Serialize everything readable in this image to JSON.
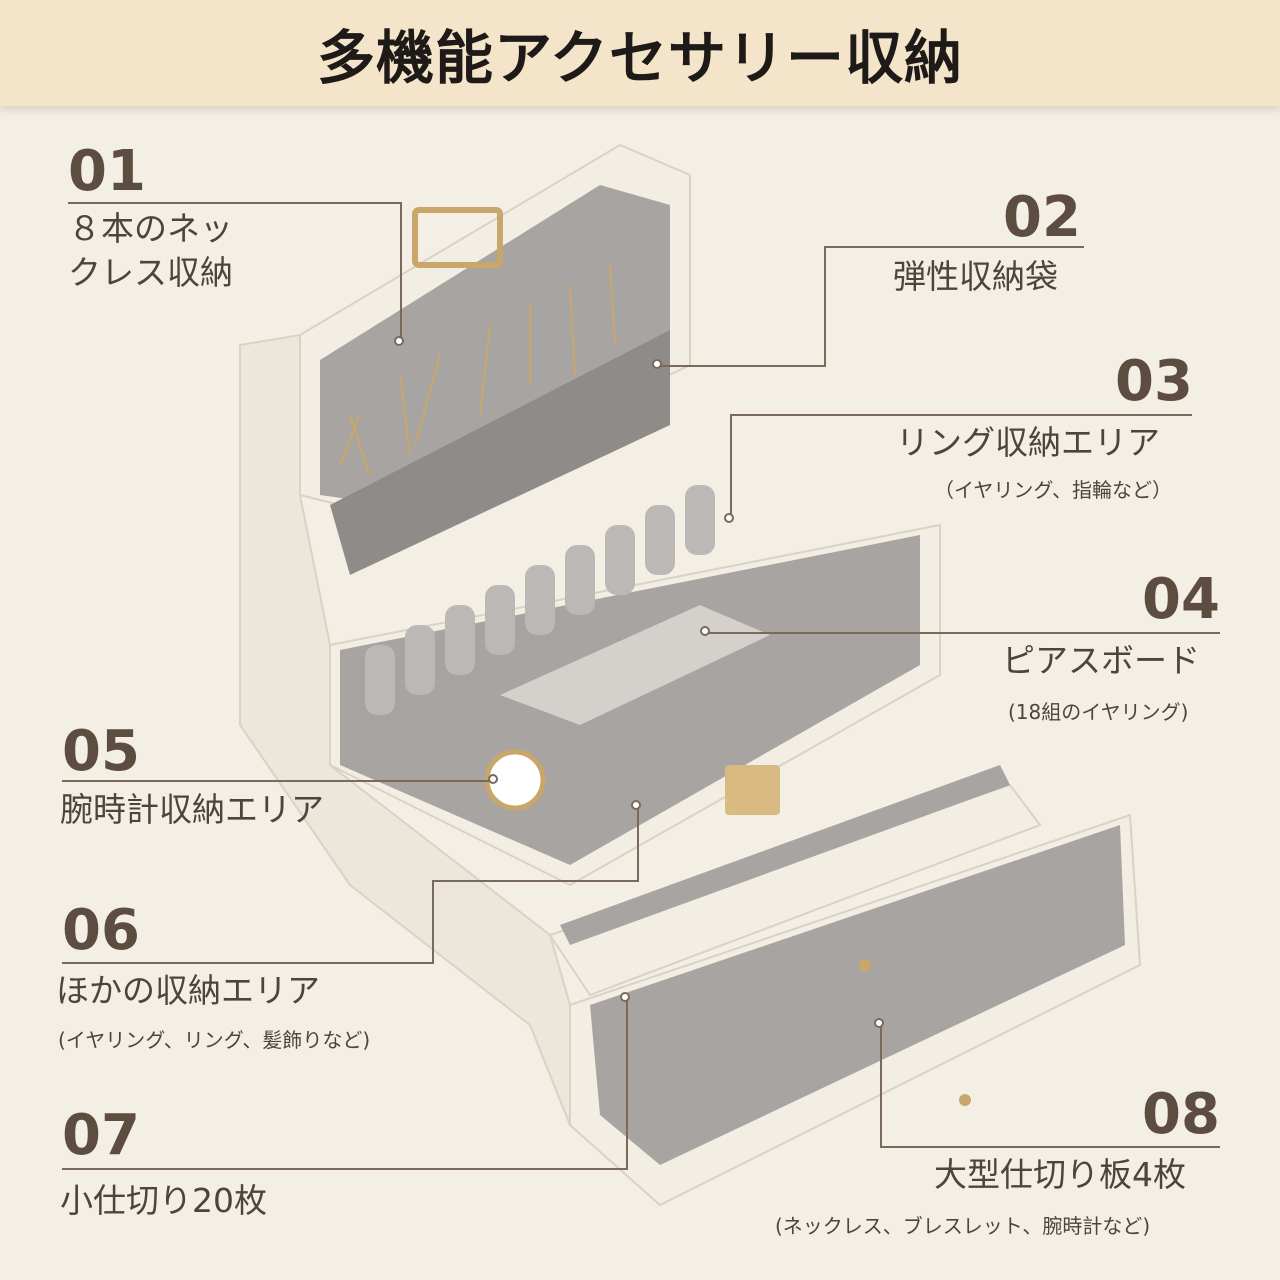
{
  "title": "多機能アクセサリー収納",
  "features": [
    {
      "num": "01",
      "label_lines": [
        "８本のネッ",
        "クレス収納"
      ],
      "sub": ""
    },
    {
      "num": "02",
      "label_lines": [
        "弾性収納袋"
      ],
      "sub": ""
    },
    {
      "num": "03",
      "label_lines": [
        "リング収納エリア"
      ],
      "sub": "（イヤリング、指輪など）"
    },
    {
      "num": "04",
      "label_lines": [
        "ピアスボード"
      ],
      "sub": "(18組のイヤリング)"
    },
    {
      "num": "05",
      "label_lines": [
        "腕時計収納エリア"
      ],
      "sub": ""
    },
    {
      "num": "06",
      "label_lines": [
        "ほかの収納エリア"
      ],
      "sub": "(イヤリング、リング、髪飾りなど)"
    },
    {
      "num": "07",
      "label_lines": [
        "小仕切り20枚"
      ],
      "sub": ""
    },
    {
      "num": "08",
      "label_lines": [
        "大型仕切り板4枚"
      ],
      "sub": "(ネックレス、ブレスレット、腕時計など)"
    }
  ],
  "colors": {
    "background": "#f4efe4",
    "banner": "#f4e4c9",
    "text": "#4e443d",
    "box_shell": "#f2ede3",
    "velvet": "#a9a5a2"
  }
}
